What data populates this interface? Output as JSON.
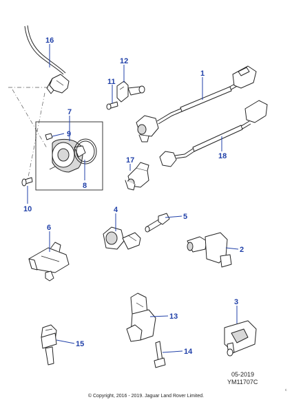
{
  "callouts": {
    "c1": "1",
    "c2": "2",
    "c3": "3",
    "c4": "4",
    "c5": "5",
    "c6": "6",
    "c7": "7",
    "c8": "8",
    "c9": "9",
    "c10": "10",
    "c11": "11",
    "c12": "12",
    "c13": "13",
    "c14": "14",
    "c15": "15",
    "c16": "16",
    "c17": "17",
    "c18": "18"
  },
  "footer": {
    "date": "05-2019",
    "code": "YM11707C",
    "copyright": "© Copyright, 2016 - 2019. Jaguar Land Rover Limited.",
    "mark": "c"
  },
  "colors": {
    "callout": "#1f3fa8",
    "line": "#222222"
  }
}
